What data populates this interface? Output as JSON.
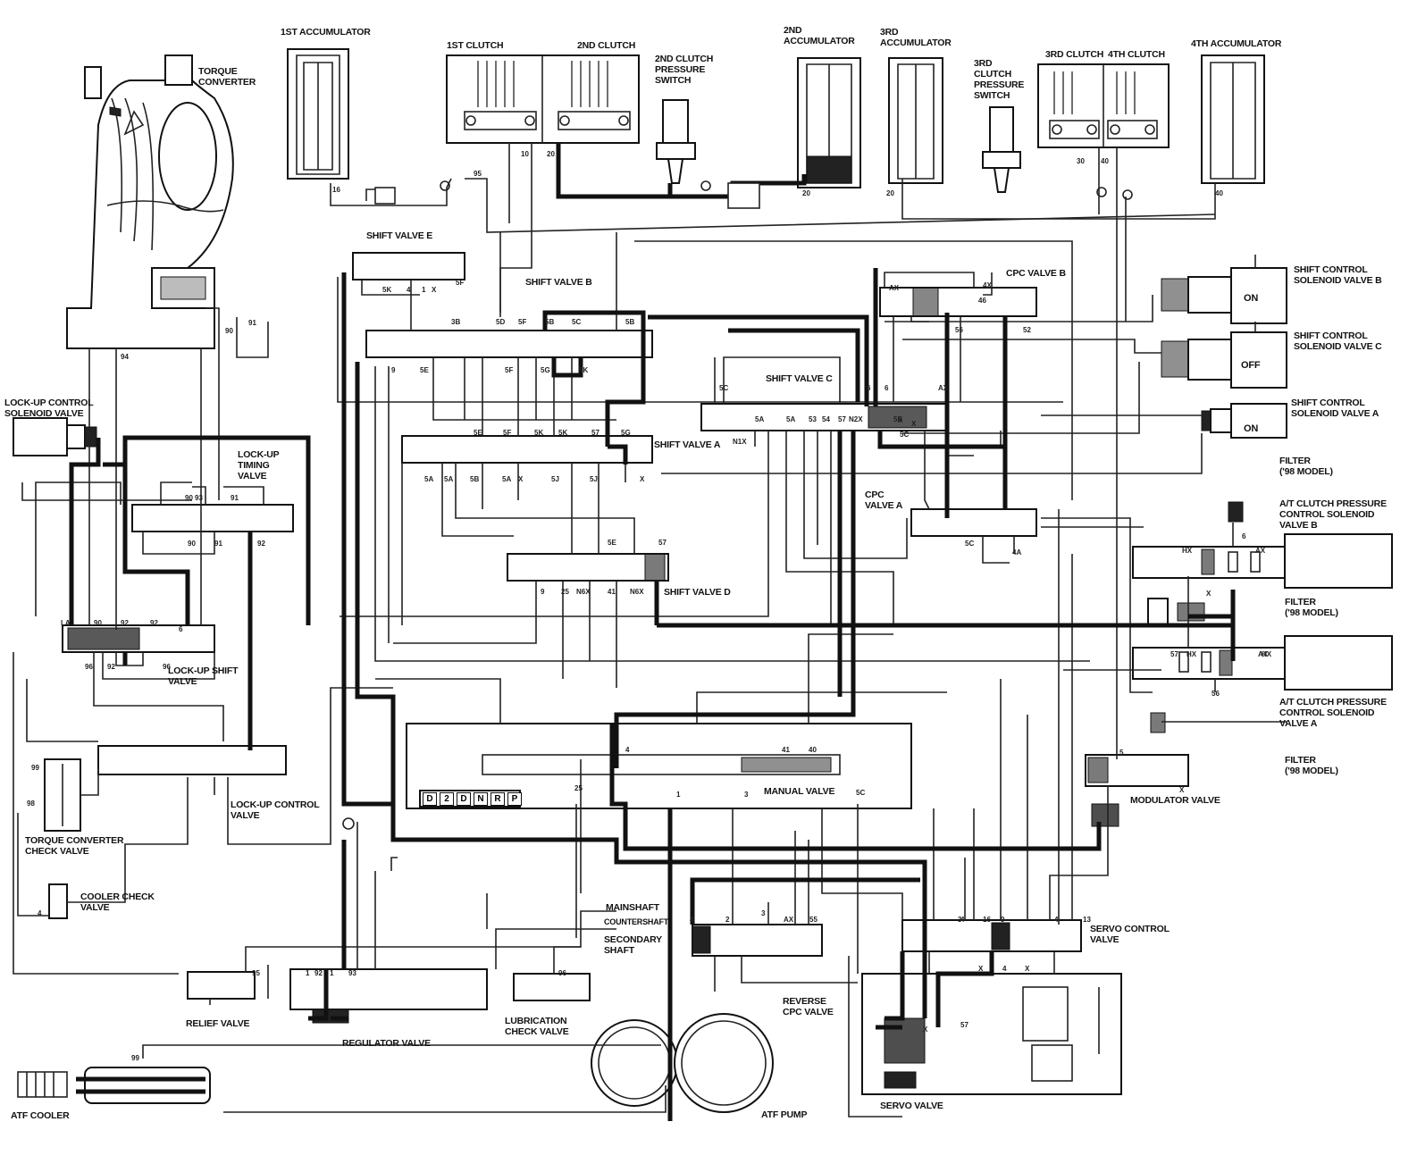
{
  "components": {
    "first_accumulator": "1ST ACCUMULATOR",
    "torque_converter": "TORQUE\nCONVERTER",
    "first_clutch": "1ST CLUTCH",
    "second_clutch": "2ND CLUTCH",
    "second_clutch_pressure_switch": "2ND CLUTCH\nPRESSURE\nSWITCH",
    "second_accumulator": "2ND\nACCUMULATOR",
    "third_accumulator": "3RD\nACCUMULATOR",
    "third_clutch_pressure_switch": "3RD\nCLUTCH\nPRESSURE\nSWITCH",
    "third_clutch": "3RD CLUTCH",
    "fourth_clutch": "4TH CLUTCH",
    "fourth_accumulator": "4TH ACCUMULATOR",
    "shift_valve_e": "SHIFT VALVE E",
    "shift_valve_b": "SHIFT VALVE B",
    "cpc_valve_b": "CPC VALVE B",
    "shift_control_solenoid_b": "SHIFT CONTROL\nSOLENOID VALVE B",
    "shift_control_solenoid_c": "SHIFT CONTROL\nSOLENOID VALVE C",
    "shift_control_solenoid_a": "SHIFT CONTROL\nSOLENOID VALVE A",
    "shift_valve_c": "SHIFT VALVE C",
    "shift_valve_a": "SHIFT VALVE A",
    "lockup_control_solenoid": "LOCK-UP CONTROL\nSOLENOID VALVE",
    "lockup_timing_valve": "LOCK-UP\nTIMING\nVALVE",
    "cpc_valve_a": "CPC\nVALVE A",
    "filter_1": "FILTER\n('98 model)",
    "at_clutch_pc_solenoid_b": "A/T CLUTCH PRESSURE\nCONTROL SOLENOID\nVALVE B",
    "shift_valve_d": "SHIFT VALVE D",
    "filter_2": "FILTER\n('98 model)",
    "lockup_shift_valve": "LOCK-UP SHIFT\nVALVE",
    "at_clutch_pc_solenoid_a": "A/T CLUTCH PRESSURE\nCONTROL SOLENOID\nVALVE A",
    "filter_3": "FILTER\n('98 model)",
    "manual_valve": "MANUAL VALVE",
    "modulator_valve": "MODULATOR VALVE",
    "lockup_control_valve": "LOCK-UP CONTROL\nVALVE",
    "torque_converter_check_valve": "TORQUE CONVERTER\nCHECK VALVE",
    "cooler_check_valve": "COOLER CHECK\nVALVE",
    "mainshaft": "MAINSHAFT",
    "countershaft": "COUNTERSHAFT",
    "secondary_shaft": "SECONDARY\nSHAFT",
    "servo_control_valve": "SERVO CONTROL\nVALVE",
    "relief_valve": "RELIEF VALVE",
    "regulator_valve": "REGULATOR VALVE",
    "lubrication_check_valve": "LUBRICATION\nCHECK VALVE",
    "reverse_cpc_valve": "REVERSE\nCPC VALVE",
    "atf_cooler": "ATF COOLER",
    "atf_pump": "ATF PUMP",
    "servo_valve": "SERVO VALVE"
  },
  "solenoid_states": {
    "solenoid_b": "ON",
    "solenoid_c": "OFF",
    "solenoid_a": "ON"
  },
  "selector_positions": [
    "D",
    "2",
    "D",
    "N",
    "R",
    "P"
  ],
  "port_labels": [
    "95",
    "16",
    "10",
    "20",
    "20",
    "20",
    "30",
    "40",
    "40",
    "91",
    "90",
    "94",
    "6",
    "5K",
    "4",
    "1",
    "X",
    "5F",
    "3B",
    "5D",
    "5F",
    "5B",
    "5C",
    "5B",
    "9",
    "5E",
    "5F",
    "5G",
    "5K",
    "5E",
    "5F",
    "5K",
    "5K",
    "57",
    "5G",
    "X",
    "5A",
    "5A",
    "5B",
    "5A",
    "X",
    "5J",
    "5J",
    "57",
    "5E",
    "9",
    "25",
    "N6X",
    "41",
    "N6X",
    "93",
    "90",
    "91",
    "90",
    "91",
    "92",
    "96",
    "92",
    "LA",
    "90",
    "92",
    "92",
    "96",
    "99",
    "98",
    "25",
    "41",
    "40",
    "4",
    "1",
    "3",
    "HX",
    "AX",
    "AX",
    "HX",
    "X",
    "56",
    "6",
    "57",
    "HX",
    "AX",
    "5C",
    "4A",
    "56",
    "4",
    "3",
    "AX",
    "55",
    "5C",
    "2",
    "3",
    "16",
    "9",
    "4",
    "13",
    "5",
    "4",
    "4",
    "X",
    "X",
    "95",
    "96",
    "1",
    "92",
    "1",
    "93",
    "99",
    "4",
    "3",
    "X",
    "57",
    "52",
    "N1X",
    "5A",
    "5A",
    "53",
    "54",
    "57",
    "N2X",
    "5C",
    "5B",
    "6",
    "5C",
    "6",
    "AX",
    "46",
    "4X",
    "X",
    "X",
    "X"
  ]
}
